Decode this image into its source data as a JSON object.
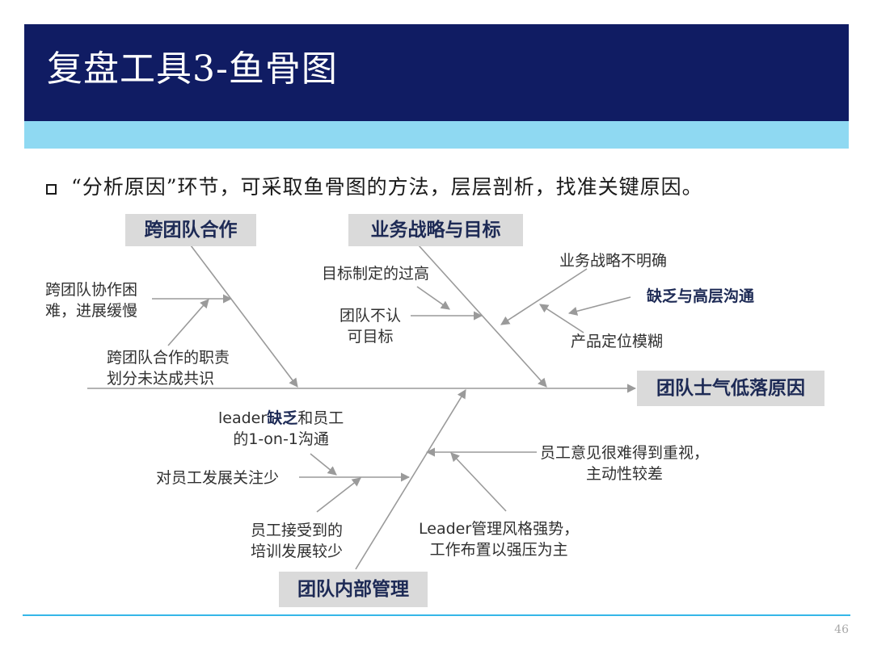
{
  "slide": {
    "title": "复盘工具3-鱼骨图",
    "bullet": "“分析原因”环节，可采取鱼骨图的方法，层层剖析，找准关键原因。",
    "page_number": "46"
  },
  "fishbone": {
    "head": "团队士气低落原因",
    "categories": {
      "cross_team": {
        "label": "跨团队合作",
        "causes": [
          "跨团队协作困\n难，进展缓慢",
          "跨团队合作的职责\n划分未达成共识"
        ]
      },
      "strategy": {
        "label": "业务战略与目标",
        "causes": [
          "目标制定的过高",
          "团队不认\n可目标",
          "业务战略不明确",
          "缺乏与高层沟通",
          "产品定位模糊"
        ]
      },
      "internal": {
        "label": "团队内部管理",
        "causes": [
          "leader",
          "缺乏",
          "和员工",
          "的1-on-1沟通",
          "对员工发展关注少",
          "员工接受到的\n培训发展较少",
          "员工意见很难得到重视，\n主动性较差",
          "Leader管理风格强势，\n工作布置以强压为主"
        ]
      }
    }
  },
  "colors": {
    "title_bar": "#101c63",
    "accent_bar": "#8fd9f2",
    "category_box": "#dadada",
    "category_text": "#1d2a55",
    "footer_line": "#35b7e8"
  }
}
